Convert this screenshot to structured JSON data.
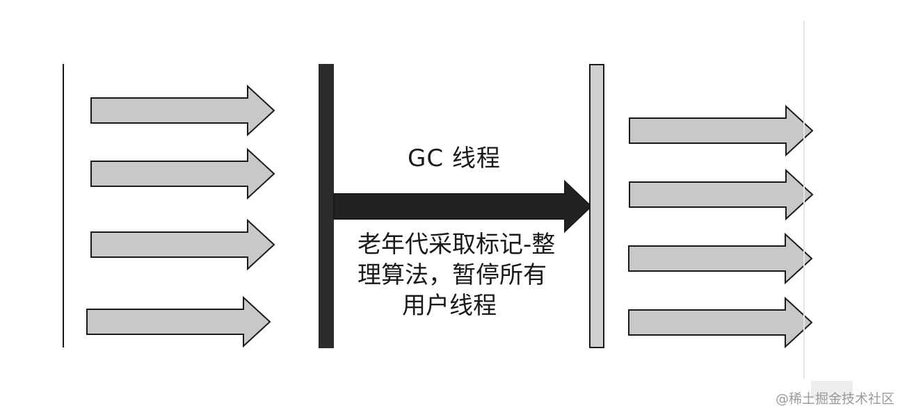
{
  "diagram": {
    "gc_label": "GC 线程",
    "description_lines": [
      "老年代采取标记-整",
      "理算法，暂停所有",
      "用户线程"
    ],
    "colors": {
      "user_thread_arrow_fill": "#c8c8c8",
      "arrow_outline": "#1a1a1a",
      "gc_thread_fill": "#222222",
      "start_bar_fill": "#2b2b2b",
      "end_bar_fill": "#d0d0d0"
    }
  },
  "watermark": {
    "text": "@稀土掘金技术社区"
  }
}
